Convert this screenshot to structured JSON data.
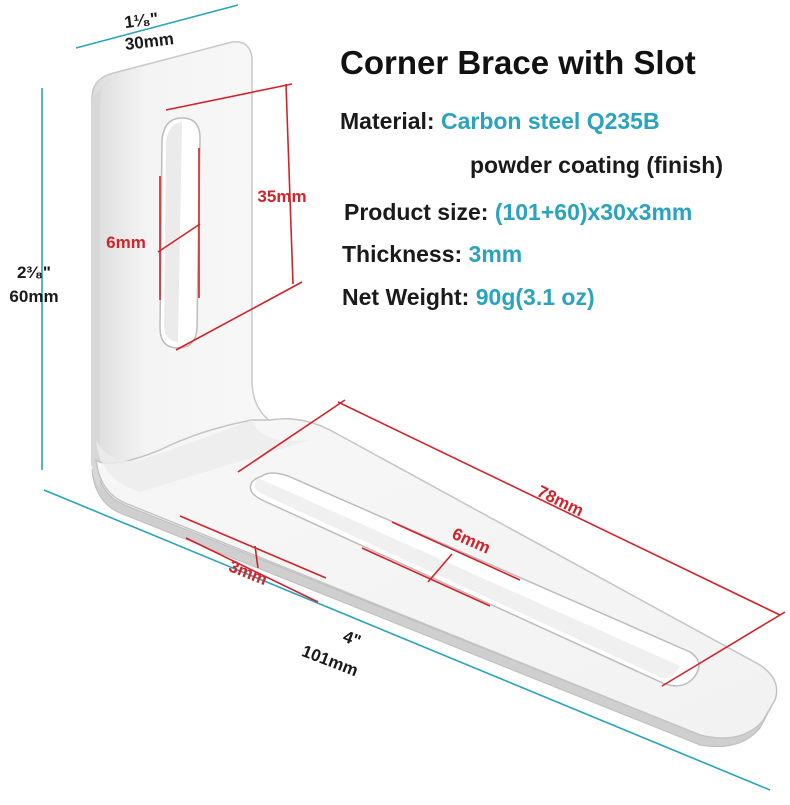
{
  "colors": {
    "accent": "#2aa3be",
    "dimension_red": "#d2232a",
    "text": "#1a1a1a"
  },
  "title": "Corner Brace with Slot",
  "specs": {
    "material_label": "Material:",
    "material_value": "Carbon steel Q235B",
    "finish": "powder coating (finish)",
    "size_label": "Product size:",
    "size_value": "(101+60)x30x3mm",
    "thickness_label": "Thickness:",
    "thickness_value": "3mm",
    "weight_label": "Net Weight:",
    "weight_value": "90g(3.1 oz)"
  },
  "dimensions": {
    "width_in": "1¹⁄₈\"",
    "width_mm": "30mm",
    "height_in": "2³⁄₈\"",
    "height_mm": "60mm",
    "vslot_length": "35mm",
    "vslot_width": "6mm",
    "hslot_length": "78mm",
    "hslot_width": "6mm",
    "thickness": "3mm",
    "length_in": "4\"",
    "length_mm": "101mm"
  }
}
